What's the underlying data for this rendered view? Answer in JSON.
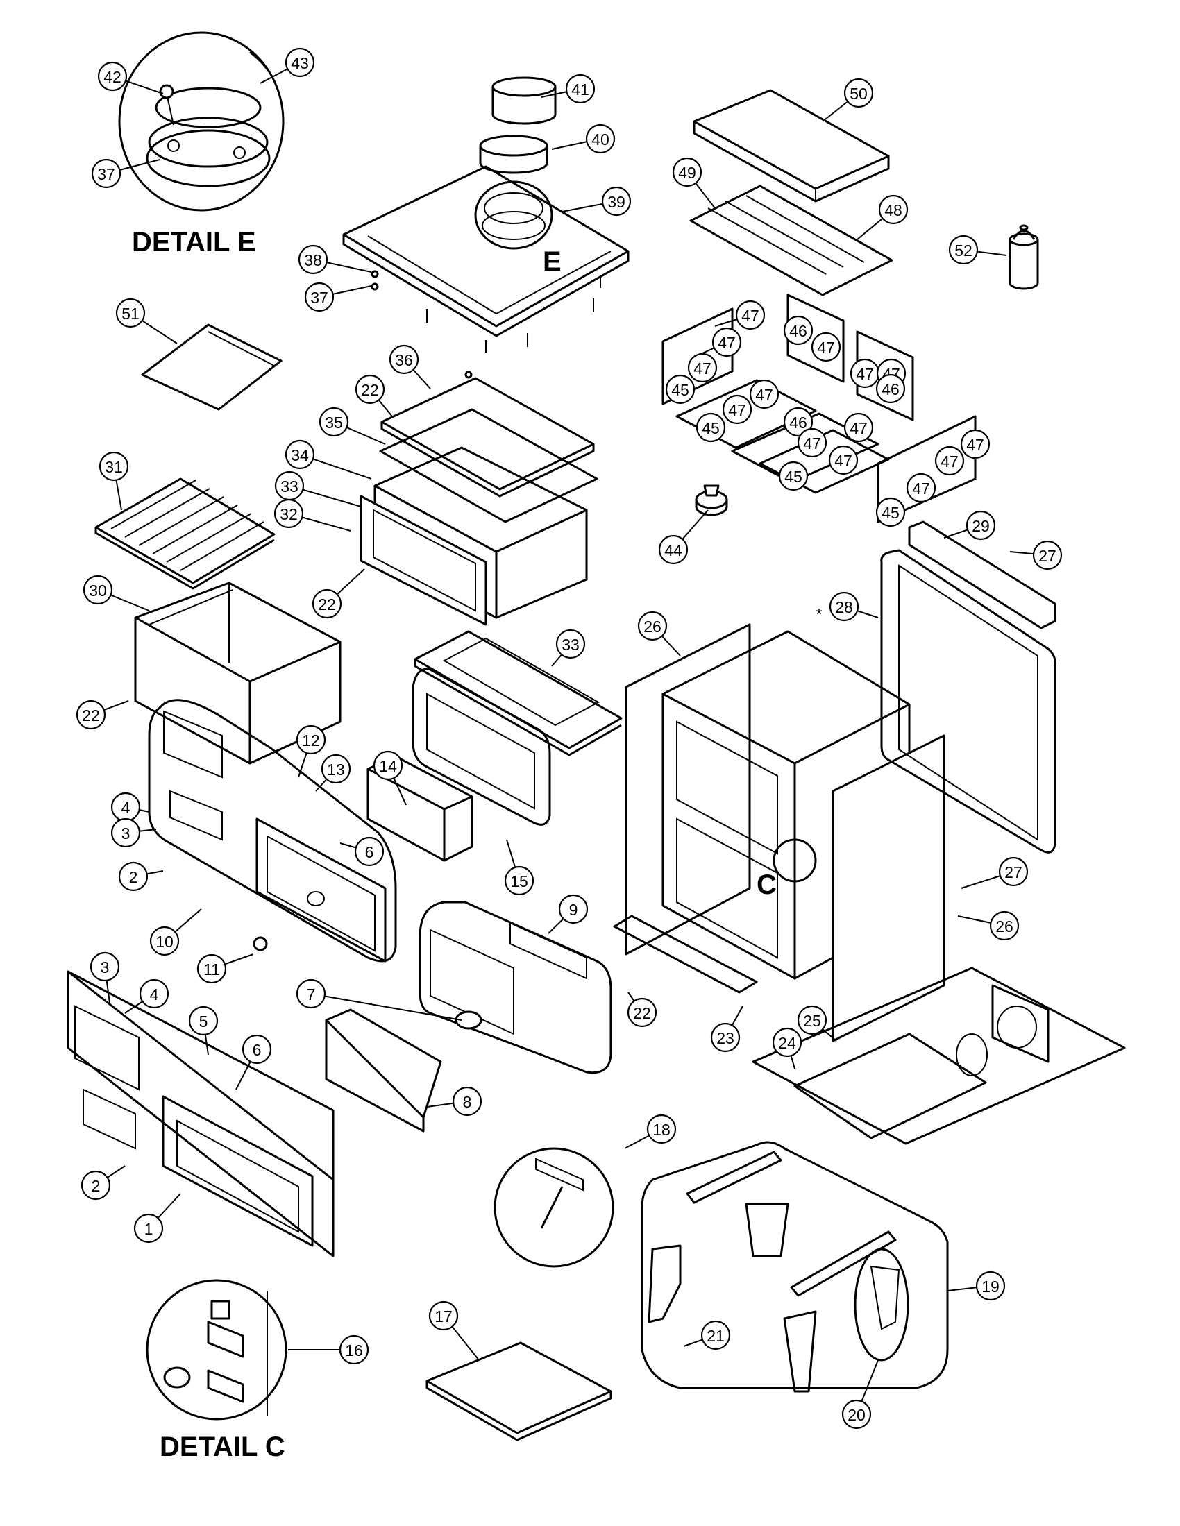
{
  "detail_titles": {
    "detail_e": "DETAIL E",
    "detail_c": "DETAIL C"
  },
  "detail_markers": {
    "e": "E",
    "c": "C"
  },
  "asterisk": "*",
  "callouts": [
    {
      "label": "42"
    },
    {
      "label": "43"
    },
    {
      "label": "37"
    },
    {
      "label": "41"
    },
    {
      "label": "40"
    },
    {
      "label": "39"
    },
    {
      "label": "38"
    },
    {
      "label": "37"
    },
    {
      "label": "50"
    },
    {
      "label": "49"
    },
    {
      "label": "48"
    },
    {
      "label": "52"
    },
    {
      "label": "51"
    },
    {
      "label": "36"
    },
    {
      "label": "22"
    },
    {
      "label": "35"
    },
    {
      "label": "34"
    },
    {
      "label": "33"
    },
    {
      "label": "32"
    },
    {
      "label": "22"
    },
    {
      "label": "31"
    },
    {
      "label": "30"
    },
    {
      "label": "22"
    },
    {
      "label": "47"
    },
    {
      "label": "47"
    },
    {
      "label": "46"
    },
    {
      "label": "47"
    },
    {
      "label": "47"
    },
    {
      "label": "47"
    },
    {
      "label": "47"
    },
    {
      "label": "46"
    },
    {
      "label": "45"
    },
    {
      "label": "47"
    },
    {
      "label": "47"
    },
    {
      "label": "45"
    },
    {
      "label": "46"
    },
    {
      "label": "47"
    },
    {
      "label": "47"
    },
    {
      "label": "47"
    },
    {
      "label": "45"
    },
    {
      "label": "47"
    },
    {
      "label": "47"
    },
    {
      "label": "47"
    },
    {
      "label": "45"
    },
    {
      "label": "44"
    },
    {
      "label": "29"
    },
    {
      "label": "27"
    },
    {
      "label": "28"
    },
    {
      "label": "26"
    },
    {
      "label": "33"
    },
    {
      "label": "14"
    },
    {
      "label": "15"
    },
    {
      "label": "12"
    },
    {
      "label": "13"
    },
    {
      "label": "4"
    },
    {
      "label": "3"
    },
    {
      "label": "2"
    },
    {
      "label": "6"
    },
    {
      "label": "10"
    },
    {
      "label": "11"
    },
    {
      "label": "9"
    },
    {
      "label": "27"
    },
    {
      "label": "26"
    },
    {
      "label": "22"
    },
    {
      "label": "23"
    },
    {
      "label": "7"
    },
    {
      "label": "8"
    },
    {
      "label": "3"
    },
    {
      "label": "4"
    },
    {
      "label": "5"
    },
    {
      "label": "6"
    },
    {
      "label": "2"
    },
    {
      "label": "1"
    },
    {
      "label": "24"
    },
    {
      "label": "25"
    },
    {
      "label": "18"
    },
    {
      "label": "19"
    },
    {
      "label": "21"
    },
    {
      "label": "20"
    },
    {
      "label": "16"
    },
    {
      "label": "17"
    }
  ]
}
